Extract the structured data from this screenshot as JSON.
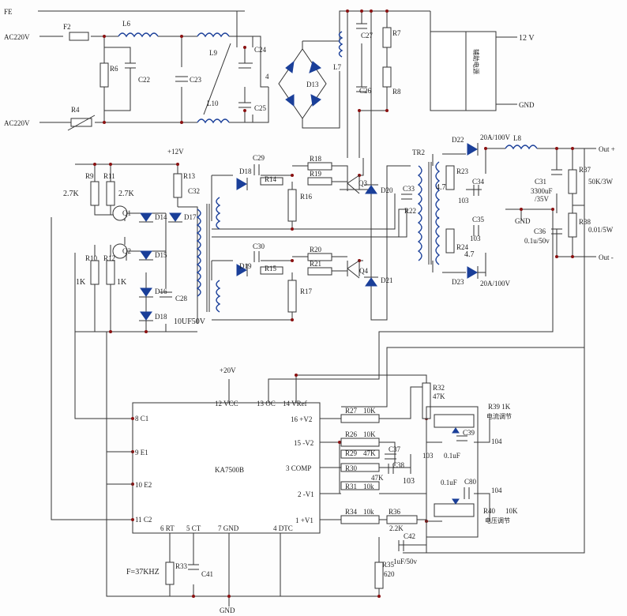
{
  "inputs": {
    "fe": "FE",
    "ac1": "AC220V",
    "ac2": "AC220V"
  },
  "outputs": {
    "v12": "12 V",
    "gnd": "GND",
    "outp": "Out +",
    "outn": "Out -",
    "gnd2": "GND"
  },
  "rails": {
    "p12": "+12V",
    "p20": "+20V",
    "gnd": "GND"
  },
  "ic": {
    "name": "KA7500B",
    "pins": {
      "vcc": "12 VCC",
      "oc": "13 OC",
      "vref": "14 VRef",
      "p16": "16 +V2",
      "p15": "15 -V2",
      "comp": "3 COMP",
      "m1": "2 -V1",
      "p1": "1 +V1",
      "c1": "8 C1",
      "e1": "9 E1",
      "e2": "10 E2",
      "c2": "11 C2",
      "rt": "6 RT",
      "ct": "5 CT",
      "gnd": "7 GND",
      "dtc": "4 DTC"
    }
  },
  "notes": {
    "freq": "F=37KHZ",
    "aux": "辅助电源",
    "cur": "电流调节",
    "volt": "电压调节"
  },
  "labels": {
    "F2": "F2",
    "L6": "L6",
    "L9": "L9",
    "L10": "L10",
    "L7": "L7",
    "R6": "R6",
    "C22": "C22",
    "C23": "C23",
    "C24": "C24",
    "C25": "C25",
    "R4": "R4",
    "D13": "D13",
    "n4": "4",
    "C27": "C27",
    "R7": "R7",
    "C26": "C26",
    "R8": "R8",
    "R9": "R9",
    "R11": "R11",
    "k27a": "2.7K",
    "k27b": "2.7K",
    "R13": "R13",
    "C32": "C32",
    "Q1": "Q1",
    "Q2": "Q2",
    "D14": "D14",
    "D17": "D17",
    "D15": "D15",
    "R10": "R10",
    "R12": "R12",
    "k1a": "1K",
    "k1b": "1K",
    "D16": "D16",
    "D18": "D18",
    "C28": "C28",
    "uf10": "10UF50V",
    "C29": "C29",
    "D18b": "D18",
    "R14": "R14",
    "R18": "R18",
    "R19": "R19",
    "R16": "R16",
    "Q3": "Q3",
    "D20": "D20",
    "C30": "C30",
    "D19": "D19",
    "R15": "R15",
    "R20": "R20",
    "R21": "R21",
    "R17": "R17",
    "Q4": "Q4",
    "D21": "D21",
    "TR2": "TR2",
    "C33": "C33",
    "R22": "R22",
    "k47a": "4.7",
    "k47b": "4.7",
    "D22": "D22",
    "d22v": "20A/100V",
    "L8": "L8",
    "R23": "R23",
    "C34": "C34",
    "c103a": "103",
    "C31": "C31",
    "c31v1": "3300uF",
    "c31v2": "/35V",
    "R37": "R37",
    "r37v": "50K/3W",
    "C35": "C35",
    "c103b": "103",
    "C36": "C36",
    "c36v": "0.1u/50v",
    "R38": "R38",
    "r38v": "0.01/5W",
    "R24": "R24",
    "D23": "D23",
    "d23v": "20A/100V",
    "R27": "R27",
    "r27v": "10K",
    "R26": "R26",
    "r26v": "10K",
    "R29": "R29",
    "r29v": "47K",
    "C37": "C37",
    "C38": "C38",
    "c103c": "103",
    "R30": "R30",
    "R31": "R31",
    "r31v": "10k",
    "r30v": "47K",
    "c103d": "103",
    "R34": "R34",
    "r34v": "10k",
    "R36": "R36",
    "r36v": "2.2K",
    "C42": "C42",
    "c42v": "1uF/50v",
    "R35": "R35",
    "r35v": "620",
    "R33": "R33",
    "C41": "C41",
    "R32": "R32",
    "r32v": "47K",
    "R39": "R39 1K",
    "C39": "C39",
    "c39v": "0.1uF",
    "v104a": "104",
    "c80v": "0.1uF",
    "C80": "C80",
    "v104b": "104",
    "R40": "R40",
    "r40v": "10K"
  }
}
